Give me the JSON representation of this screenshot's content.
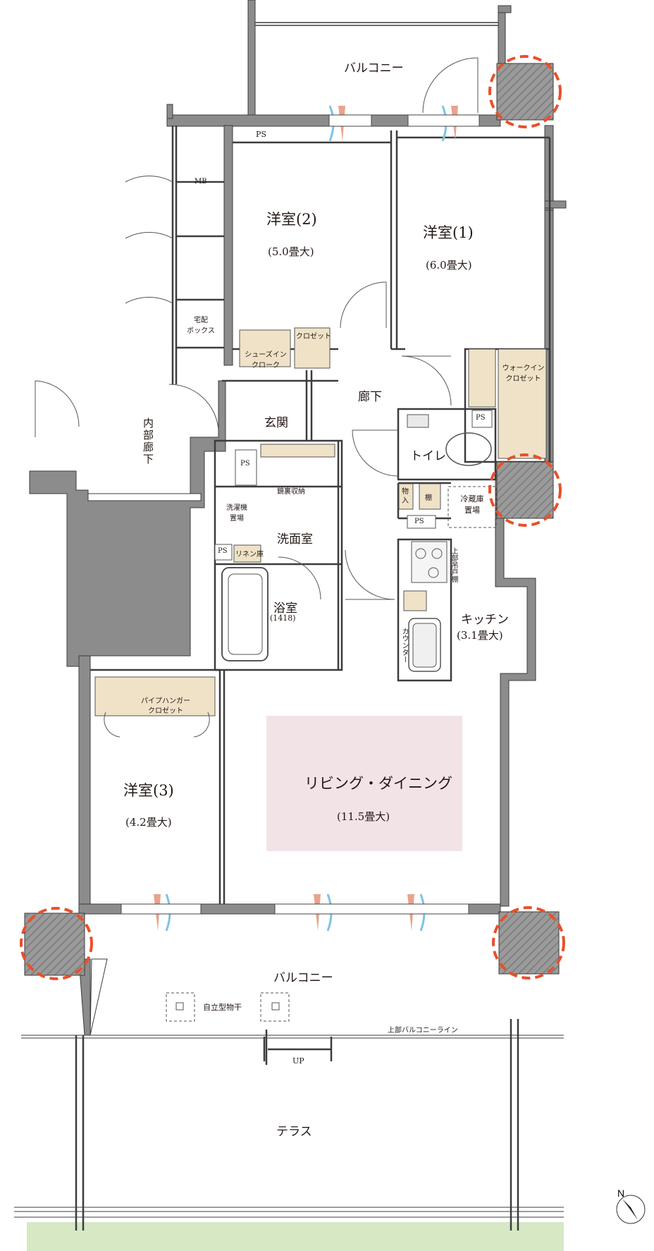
{
  "colors": {
    "wall": "#8a8a8a",
    "wall_edge": "#4a4a4a",
    "pillar": "#b8b8b8",
    "pillar_marker": "#e8502a",
    "storage_fill": "#efe2c7",
    "living_highlight": "#f2e4e6",
    "green_strip": "#d6e8c4",
    "airflow_cool": "#7fc3e3",
    "airflow_warm": "#e8a38c"
  },
  "icons": {
    "north_arrow": "north-arrow-icon",
    "stove": "gas-burner-icon",
    "sink": "sink-icon",
    "toilet": "toilet-icon",
    "bathtub": "bathtub-icon"
  },
  "labels": {
    "balcony_top": "バルコニー",
    "room2_name": "洋室(2)",
    "room2_size": "(5.0畳大)",
    "room1_name": "洋室(1)",
    "room1_size": "(6.0畳大)",
    "ps_top": "PS",
    "mb": "MB",
    "delivery_box": "宅配\nボックス",
    "shoe_closet": "シューズイン\nクローク",
    "closet_small": "クロゼット",
    "walkin_closet": "ウォークイン\nクロゼット",
    "hallway_inner": "内部廊下",
    "entrance": "玄関",
    "corridor": "廊下",
    "toilet": "トイレ",
    "ps_toilet": "PS",
    "ps_entrance": "PS",
    "mirror_storage": "鏡裏収納",
    "washer": "洗濯機\n置場",
    "washroom": "洗面室",
    "ps_wash": "PS",
    "linen": "リネン庫",
    "bath": "浴室",
    "bath_size": "(1418)",
    "storage_mono": "物\n入",
    "shelf": "棚",
    "fridge": "冷蔵庫\n置場",
    "ps_kitchen": "PS",
    "upper_cabinet": "上部吊戸棚",
    "kitchen": "キッチン",
    "kitchen_size": "(3.1畳大)",
    "counter": "カウンター",
    "pipe_closet": "パイプハンガー\nクロゼット",
    "room3_name": "洋室(3)",
    "room3_size": "(4.2畳大)",
    "living": "リビング・ダイニング",
    "living_size": "(11.5畳大)",
    "balcony_bottom": "バルコニー",
    "drying_rack": "自立型物干",
    "upper_balcony_line": "上部バルコニーライン",
    "up": "UP",
    "terrace": "テラス"
  }
}
